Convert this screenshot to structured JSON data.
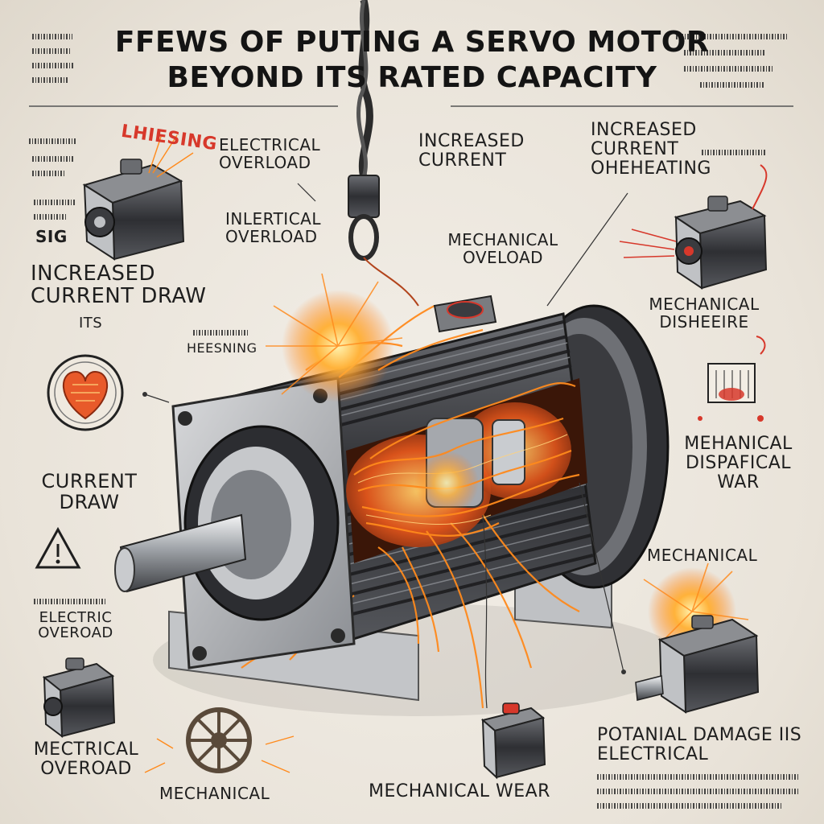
{
  "title": {
    "line1": "FFEWS OF PUTING A SERVO MOTOR",
    "line2": "BEYOND ITS RATED CAPACITY"
  },
  "labels": {
    "lhiesing": "LHIESING",
    "increased_current_draw": "INCREASED CURRENT DRAW",
    "sig": "SIG",
    "its": "ITS",
    "electrical_overload_top": "ELECTRICAL OVERLOAD",
    "inlertical_overload": "INLERTICAL OVERLOAD",
    "increased_current_top": "INCREASED CURRENT",
    "mechanical_oveload": "MECHANICAL OVELOAD",
    "heesning": "HEESNING",
    "increased_current_overheating": "INCREASED CURRENT OHEHEATING",
    "mechanical_disheeire": "MECHANICAL DISHEEIRE",
    "current_draw": "CURRENT DRAW",
    "mehanical_dispafical_war": "MEHANICAL DISPAFICAL WAR",
    "mechanical_right": "MECHANICAL",
    "electric_overoad": "ELECTRIC OVEROAD",
    "mectrical_overoad": "MECTRICAL OVEROAD",
    "mechanical_bottom": "MECHANICAL",
    "mechanical_wear": "MECHANICAL WEAR",
    "potanial_damage": "POTANIAL DAMAGE IIS ELECTRICAL"
  },
  "colors": {
    "spark": "#ff8a1c",
    "accent_red": "#d7382b",
    "metal_dark": "#3c3d40",
    "metal_light": "#b9bcc0",
    "paper": "#ece7de"
  },
  "icons": [
    "warning-icon",
    "gear-icon",
    "heart-coil-icon",
    "hook-icon"
  ]
}
